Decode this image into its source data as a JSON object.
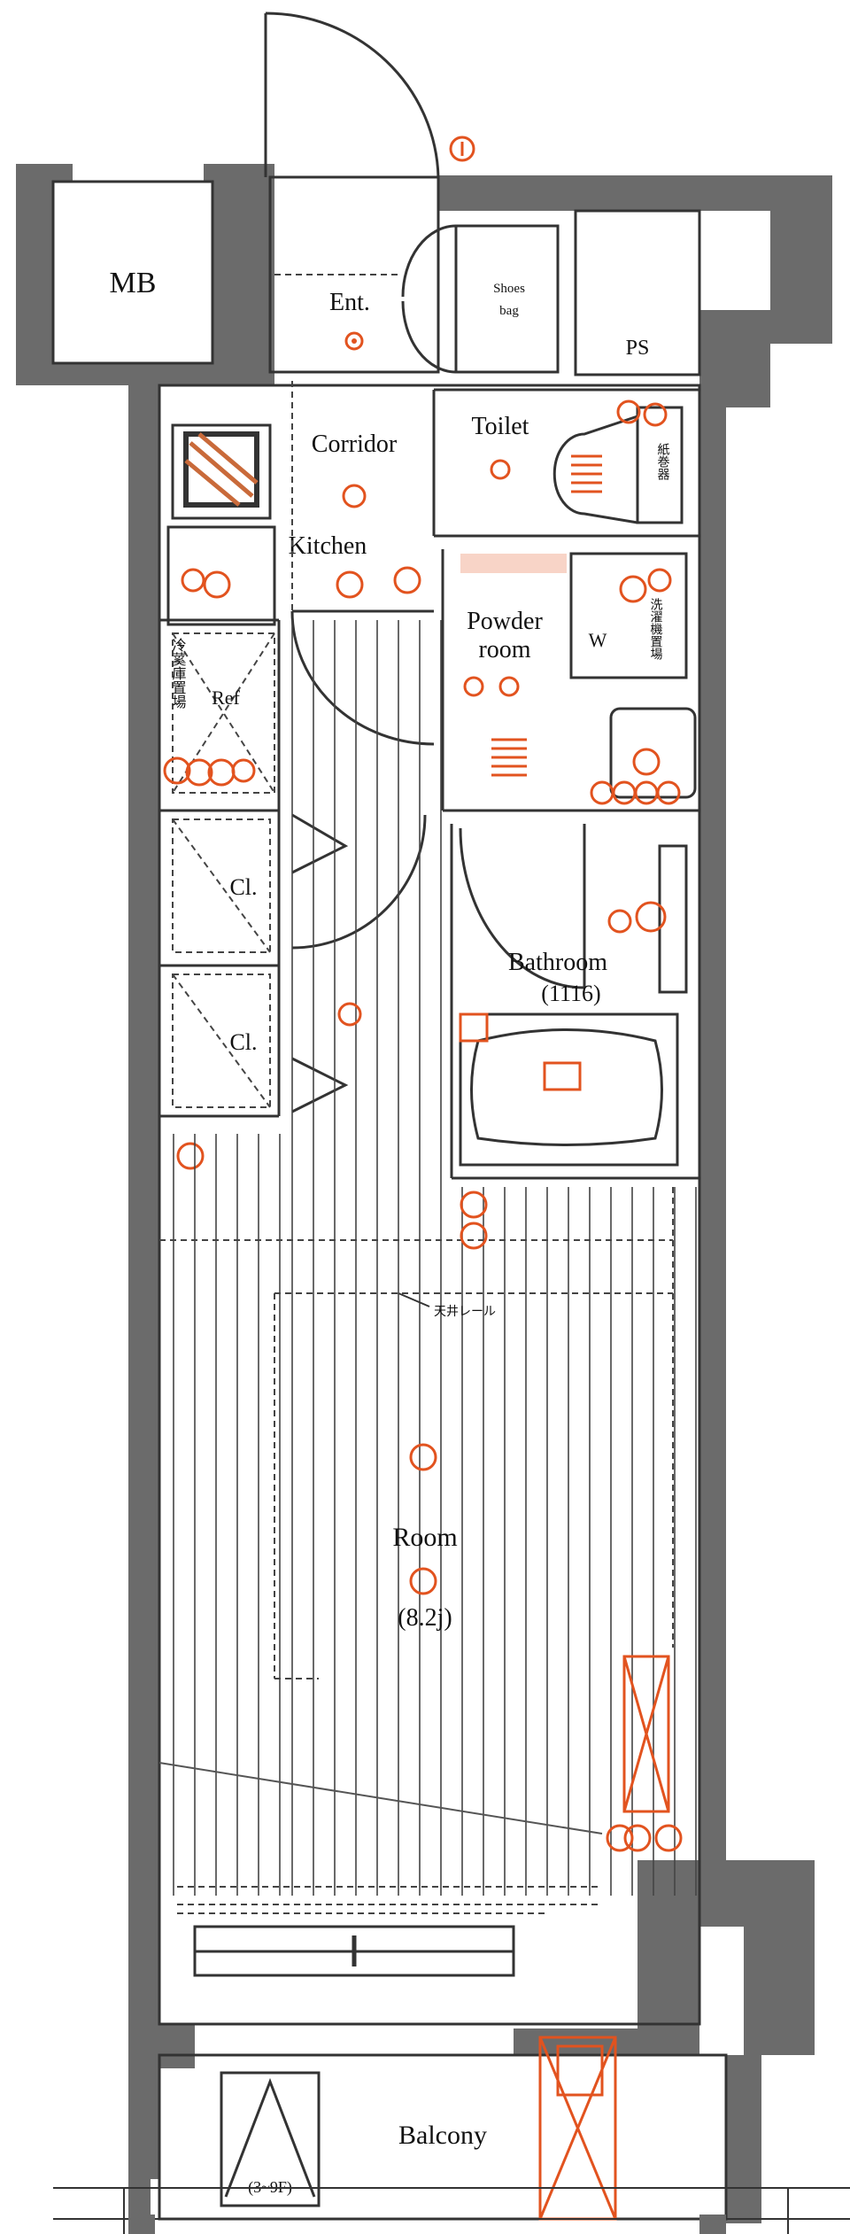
{
  "labels": {
    "mb": "MB",
    "entrance": "Ent.",
    "shoes_bag": "Shoes",
    "shoes_bag2": "bag",
    "ps": "PS",
    "corridor": "Corridor",
    "toilet": "Toilet",
    "kitchen": "Kitchen",
    "powder_room_1": "Powder",
    "powder_room_2": "room",
    "washer": "W",
    "ref": "Ref",
    "closet": "Cl.",
    "bathroom": "Bathroom",
    "bathroom_size": "(1116)",
    "room": "Room",
    "room_size": "(8.2j)",
    "balcony": "Balcony",
    "hatch": "(3~9F)",
    "rail_note": "天井レール",
    "ref_vertical": "冷蒵庫置場",
    "towel_vertical": "洗濯機置場",
    "toilet_vertical": "紙巻器"
  },
  "colors": {
    "wall": "#6b6b6b",
    "line": "#333333",
    "equipment": "#e2531f",
    "background": "#ffffff"
  }
}
